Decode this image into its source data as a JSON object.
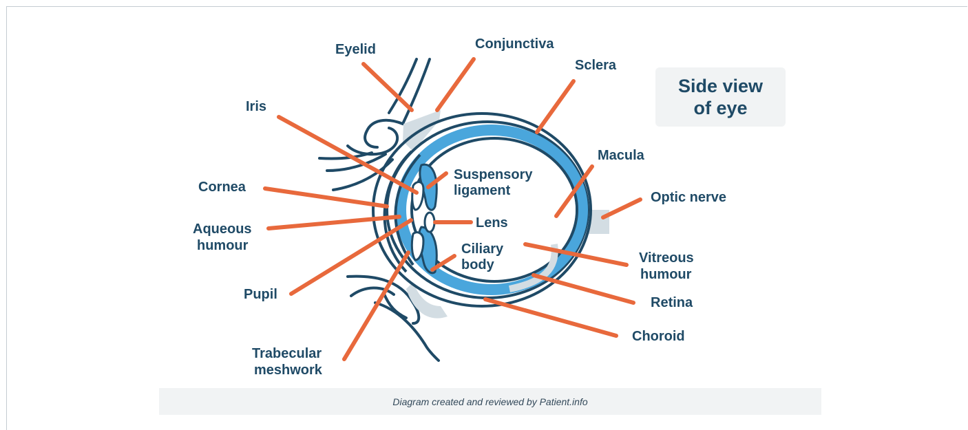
{
  "title": {
    "line1": "Side view",
    "line2": "of eye"
  },
  "caption": "Diagram created and reviewed by Patient.info",
  "labels": {
    "eyelid": "Eyelid",
    "conjunctiva": "Conjunctiva",
    "sclera": "Sclera",
    "iris": "Iris",
    "macula": "Macula",
    "cornea": "Cornea",
    "suspensory_ligament_1": "Suspensory",
    "suspensory_ligament_2": "ligament",
    "optic_nerve": "Optic nerve",
    "lens": "Lens",
    "aqueous_humour_1": "Aqueous",
    "aqueous_humour_2": "humour",
    "ciliary_body_1": "Ciliary",
    "ciliary_body_2": "body",
    "vitreous_humour_1": "Vitreous",
    "vitreous_humour_2": "humour",
    "pupil": "Pupil",
    "retina": "Retina",
    "choroid": "Choroid",
    "trabecular_meshwork_1": "Trabecular",
    "trabecular_meshwork_2": "meshwork"
  },
  "colors": {
    "outline": "#1f4a66",
    "leader": "#e8693c",
    "choroid_fill": "#4aa6dc",
    "tissue": "#d3dde3",
    "label": "#1f4a66"
  }
}
